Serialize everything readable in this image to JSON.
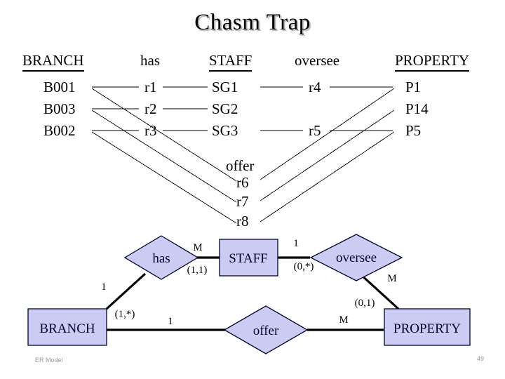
{
  "slide": {
    "title": "Chasm Trap",
    "footer_label": "ER Model",
    "page_number": "49"
  },
  "colors": {
    "entity_fill": "#ccccf2",
    "entity_stroke": "#000033",
    "line": "#000000",
    "title_text": "#000000",
    "footer_text": "#9a9a9a"
  },
  "instance_table": {
    "headers": [
      {
        "label": "BRANCH",
        "underlined": true
      },
      {
        "label": "has",
        "underlined": false
      },
      {
        "label": "STAFF",
        "underlined": true
      },
      {
        "label": "oversee",
        "underlined": false
      },
      {
        "label": "PROPERTY",
        "underlined": true
      }
    ],
    "branch_values": [
      "B001",
      "B003",
      "B002"
    ],
    "has_values": [
      "r1",
      "r2",
      "r3"
    ],
    "staff_values": [
      "SG1",
      "SG2",
      "SG3"
    ],
    "oversee_values": [
      "r4",
      "r5"
    ],
    "property_values": [
      "P1",
      "P14",
      "P5"
    ],
    "offer_label": "offer",
    "offer_values": [
      "r6",
      "r7",
      "r8"
    ],
    "links": [
      {
        "from": "B001",
        "to": "r1"
      },
      {
        "from": "r1",
        "to": "SG1"
      },
      {
        "from": "B003",
        "to": "r2"
      },
      {
        "from": "r2",
        "to": "SG2"
      },
      {
        "from": "B002",
        "to": "r3"
      },
      {
        "from": "r3",
        "to": "SG3"
      },
      {
        "from": "SG1",
        "to": "r4"
      },
      {
        "from": "r4",
        "to": "P1"
      },
      {
        "from": "SG3",
        "to": "r5"
      },
      {
        "from": "r5",
        "to": "P5"
      },
      {
        "from": "B001",
        "to": "r6"
      },
      {
        "from": "r6",
        "to": "P1"
      },
      {
        "from": "B003",
        "to": "r7"
      },
      {
        "from": "r7",
        "to": "P14"
      },
      {
        "from": "B002",
        "to": "r8"
      },
      {
        "from": "r8",
        "to": "P5"
      }
    ]
  },
  "er_diagram": {
    "entities": [
      {
        "id": "staff",
        "label": "STAFF"
      },
      {
        "id": "branch",
        "label": "BRANCH"
      },
      {
        "id": "property",
        "label": "PROPERTY"
      }
    ],
    "relationships": [
      {
        "id": "has",
        "label": "has"
      },
      {
        "id": "oversee",
        "label": "oversee"
      },
      {
        "id": "offer",
        "label": "offer"
      }
    ],
    "cardinalities": [
      {
        "id": "has-branch-degree",
        "label": "1"
      },
      {
        "id": "has-branch-participation",
        "label": "(1,*)"
      },
      {
        "id": "has-staff-degree",
        "label": "M"
      },
      {
        "id": "has-staff-participation",
        "label": "(1,1)"
      },
      {
        "id": "oversee-staff-degree",
        "label": "1"
      },
      {
        "id": "oversee-staff-participation",
        "label": "(0,*)"
      },
      {
        "id": "oversee-property-degree",
        "label": "M"
      },
      {
        "id": "oversee-property-participation",
        "label": "(0,1)"
      },
      {
        "id": "offer-branch-degree",
        "label": "1"
      },
      {
        "id": "offer-property-degree",
        "label": "M"
      }
    ]
  }
}
